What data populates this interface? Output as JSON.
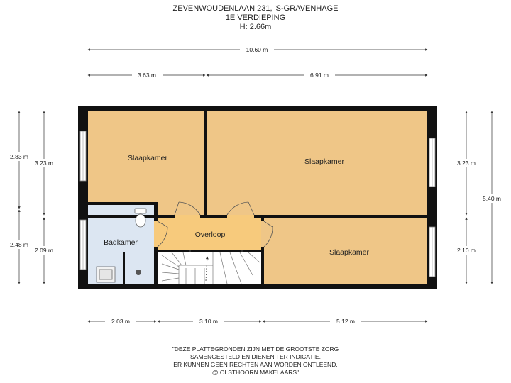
{
  "header": {
    "address": "ZEVENWOUDENLAAN 231, 'S-GRAVENHAGE",
    "floor": "1E VERDIEPING",
    "height": "H: 2.66m"
  },
  "rooms": {
    "slaapkamer_1": "Slaapkamer",
    "slaapkamer_2": "Slaapkamer",
    "slaapkamer_3": "Slaapkamer",
    "badkamer": "Badkamer",
    "overloop": "Overloop"
  },
  "dimensions": {
    "top_total": "10.60 m",
    "top_left": "3.63 m",
    "top_right": "6.91 m",
    "bottom_left": "2.03 m",
    "bottom_mid": "3.10 m",
    "bottom_right": "5.12 m",
    "left_outer_top": "2.83 m",
    "left_outer_bottom": "2.48 m",
    "left_inner_top": "3.23 m",
    "left_inner_bottom": "2.09 m",
    "right_inner_top": "3.23 m",
    "right_inner_bottom": "2.10 m",
    "right_outer_total": "5.40 m"
  },
  "footer": {
    "line1": "\"DEZE PLATTEGRONDEN ZIJN MET DE GROOTSTE ZORG",
    "line2": "SAMENGESTELD EN DIENEN TER INDICATIE.",
    "line3": "ER KUNNEN GEEN RECHTEN AAN WORDEN ONTLEEND.",
    "line4": "@ OLSTHOORN MAKELAARS\""
  },
  "colors": {
    "bedroom": "#efc687",
    "bathroom": "#dce6f2",
    "landing": "#f7ca7c",
    "wall": "#111111"
  }
}
